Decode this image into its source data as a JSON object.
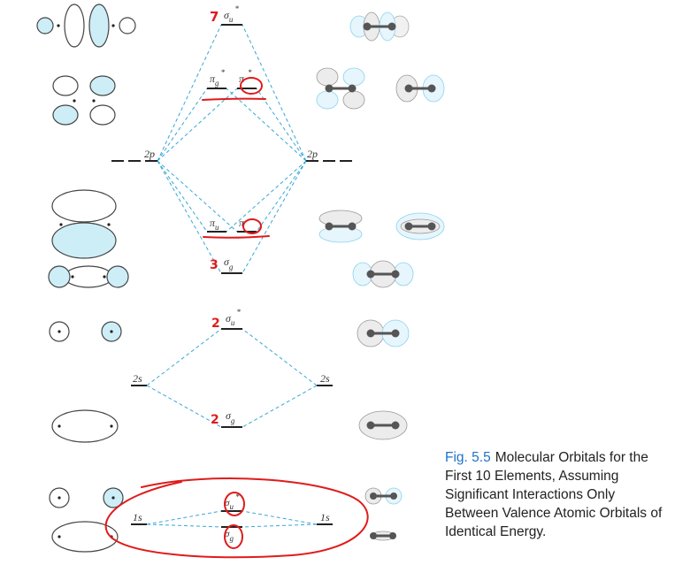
{
  "levels": {
    "sigma_u_star_2p": {
      "sym": "σ",
      "sub": "u",
      "sup": "*"
    },
    "pi_g_star_a": {
      "sym": "π",
      "sub": "g",
      "sup": "*"
    },
    "pi_g_star_b": {
      "sym": "π",
      "sub": "",
      "sup": "*"
    },
    "pi_u_a": {
      "sym": "π",
      "sub": "u"
    },
    "pi_u_b": {
      "sym": "π"
    },
    "sigma_g_2p": {
      "sym": "σ",
      "sub": "g"
    },
    "sigma_u_star_2s": {
      "sym": "σ",
      "sub": "u",
      "sup": "*"
    },
    "sigma_g_2s": {
      "sym": "σ",
      "sub": "g"
    },
    "sigma_u_star_1s": {
      "sym": "σ",
      "sub": "u",
      "sup": "*"
    },
    "sigma_g_1s": {
      "sym": "σ",
      "sub": "g"
    }
  },
  "atomic_labels": {
    "left_2p": "2p",
    "right_2p": "2p",
    "left_2s": "2s",
    "right_2s": "2s",
    "left_1s": "1s",
    "right_1s": "1s"
  },
  "handwriting": {
    "sigma_u_star_2p": "7",
    "sigma_g_2p": "3",
    "sigma_u_star_2s": "2",
    "sigma_g_2s": "2"
  },
  "caption": {
    "fig": "Fig. 5.5",
    "text": "Molecular Orbitals for the First 10 Elements, Assuming Significant Interactions Only Between Valence Atomic Orbitals of Identical Energy."
  },
  "colors": {
    "lobe_fill": "#cdeef7",
    "dash": "#38a8d8",
    "ink": "#222222",
    "annotation": "#e01b1b",
    "fig_label": "#1e73c8"
  }
}
